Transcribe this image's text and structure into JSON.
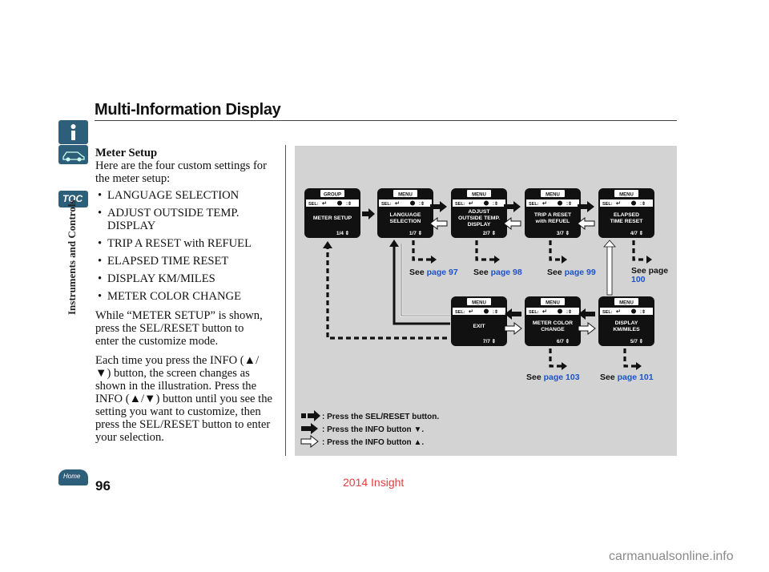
{
  "header": {
    "title": "Multi-Information Display"
  },
  "side_tab": {
    "label": "Instruments and Controls",
    "toc_label": "TOC",
    "home_label": "Home"
  },
  "section": {
    "heading": "Meter Setup",
    "intro": "Here are the four custom settings for the meter setup:",
    "bullets": [
      "LANGUAGE SELECTION",
      "ADJUST OUTSIDE TEMP. DISPLAY",
      "TRIP A RESET with REFUEL",
      "ELAPSED TIME RESET",
      "DISPLAY KM/MILES",
      "METER COLOR CHANGE"
    ],
    "para2": "While “METER SETUP” is shown, press the SEL/RESET button to enter the customize mode.",
    "para3": "Each time you press the INFO (▲/▼) button, the screen changes as shown in the illustration. Press the INFO (▲/▼) button until you see the setting you want to customize, then press the SEL/RESET button to enter your selection."
  },
  "diagram": {
    "screens": [
      {
        "tag": "GROUP",
        "lines": [
          "METER SETUP"
        ],
        "counter": "1/4"
      },
      {
        "tag": "MENU",
        "lines": [
          "LANGUAGE",
          "SELECTION"
        ],
        "counter": "1/7"
      },
      {
        "tag": "MENU",
        "lines": [
          "ADJUST",
          "OUTSIDE TEMP.",
          "DISPLAY"
        ],
        "counter": "2/7"
      },
      {
        "tag": "MENU",
        "lines": [
          "TRIP A RESET",
          "with REFUEL"
        ],
        "counter": "3/7"
      },
      {
        "tag": "MENU",
        "lines": [
          "ELAPSED",
          "TIME RESET"
        ],
        "counter": "4/7"
      },
      {
        "tag": "MENU",
        "lines": [
          "EXIT"
        ],
        "counter": "7/7"
      },
      {
        "tag": "MENU",
        "lines": [
          "METER COLOR",
          "CHANGE"
        ],
        "counter": "6/7"
      },
      {
        "tag": "MENU",
        "lines": [
          "DISPLAY",
          "KM/MILES"
        ],
        "counter": "5/7"
      }
    ],
    "sel_label": "SEL:",
    "refs": [
      {
        "see": "See",
        "page": "page 97"
      },
      {
        "see": "See",
        "page": "page 98"
      },
      {
        "see": "See",
        "page": "page 99"
      },
      {
        "see": "See page",
        "page": "100"
      },
      {
        "see": "See",
        "page": "page 103"
      },
      {
        "see": "See",
        "page": "page 101"
      }
    ],
    "legend": [
      ": Press the SEL/RESET button.",
      ": Press the INFO button ▼.",
      ": Press the INFO button ▲."
    ],
    "link_color": "#1a53c9"
  },
  "footer": {
    "page_number": "96",
    "watermark": "2014 Insight",
    "site": "carmanualsonline.info"
  }
}
